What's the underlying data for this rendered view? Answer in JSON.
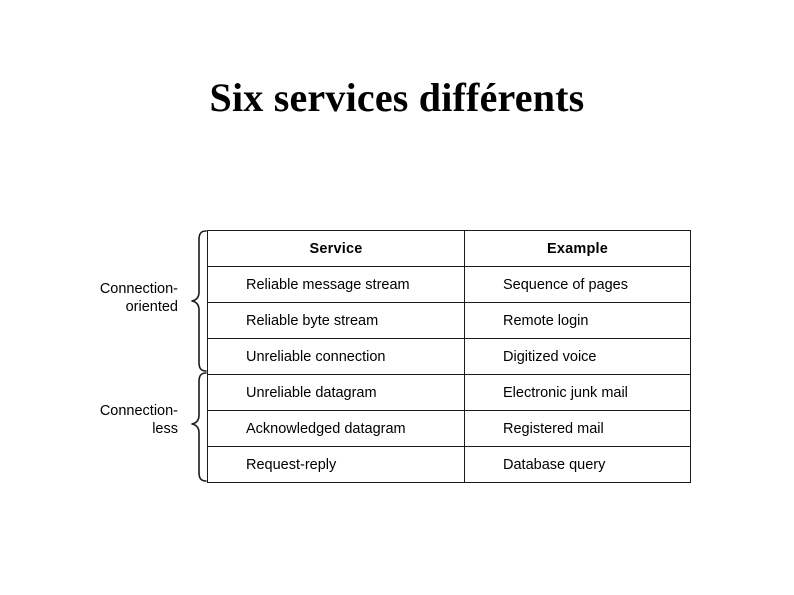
{
  "slide": {
    "title": "Six services différents"
  },
  "groups": [
    {
      "id": "connection-oriented",
      "label": "Connection-\noriented"
    },
    {
      "id": "connection-less",
      "label": "Connection-\nless"
    }
  ],
  "table": {
    "columns": [
      {
        "key": "service",
        "header": "Service"
      },
      {
        "key": "example",
        "header": "Example"
      }
    ],
    "rows": [
      {
        "service": "Reliable message stream",
        "example": "Sequence of pages"
      },
      {
        "service": "Reliable byte stream",
        "example": "Remote login"
      },
      {
        "service": "Unreliable connection",
        "example": "Digitized voice"
      },
      {
        "service": "Unreliable datagram",
        "example": "Electronic junk mail"
      },
      {
        "service": "Acknowledged datagram",
        "example": "Registered mail"
      },
      {
        "service": "Request-reply",
        "example": "Database query"
      }
    ]
  },
  "colors": {
    "background": "#ffffff",
    "text": "#000000",
    "border": "#1a1a1a",
    "border_light": "#a8a8a8"
  }
}
